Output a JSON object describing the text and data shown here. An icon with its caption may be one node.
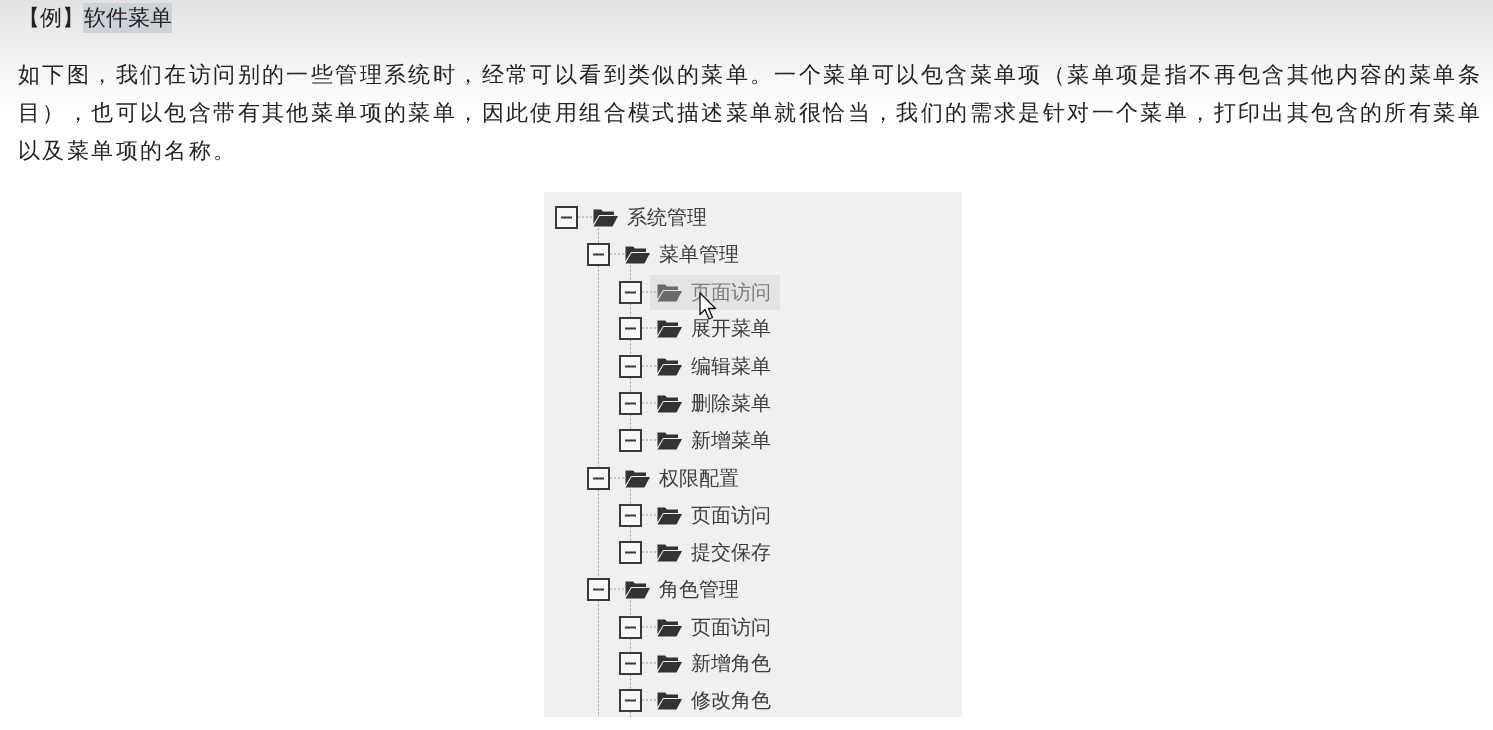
{
  "diagram": {
    "title": "【例】软件菜单",
    "nodes": [
      {
        "text": [
          "系统管理"
        ]
      },
      {
        "text": [
          "菜单管理"
        ]
      },
      {
        "text": [
          "页面访问"
        ]
      },
      {
        "text": [
          "展开菜单"
        ]
      },
      {
        "text": [
          "编辑菜单"
        ]
      },
      {
        "text": [
          "删除菜单"
        ]
      },
      {
        "text": [
          "新增菜单"
        ]
      },
      {
        "text": [
          "权限配置"
        ]
      },
      {
        "text": [
          "页面访问"
        ]
      },
      {
        "text": [
          "提交保存"
        ]
      },
      {
        "text": [
          "角色管理"
        ]
      },
      {
        "text": [
          "页面访问"
        ]
      },
      {
        "text": [
          "新增角色"
        ]
      },
      {
        "text": [
          "修改角色"
        ]
      }
    ],
    "edges": [
      {
        "from": 0,
        "to": 1,
        "arrow": "none",
        "style": "dashed"
      },
      {
        "from": 1,
        "to": 2,
        "arrow": "none",
        "style": "dashed"
      },
      {
        "from": 2,
        "to": 3,
        "arrow": "none",
        "style": "dashed"
      },
      {
        "from": 3,
        "to": 4,
        "arrow": "none",
        "style": "dashed"
      },
      {
        "from": 4,
        "to": 5,
        "arrow": "none",
        "style": "dashed"
      },
      {
        "from": 5,
        "to": 6,
        "arrow": "none",
        "style": "dashed"
      },
      {
        "from": 1,
        "to": 7,
        "arrow": "none",
        "style": "dashed"
      },
      {
        "from": 7,
        "to": 8,
        "arrow": "none",
        "style": "dashed"
      },
      {
        "from": 8,
        "to": 9,
        "arrow": "none",
        "style": "dashed"
      },
      {
        "from": 7,
        "to": 10,
        "arrow": "none",
        "style": "dashed"
      },
      {
        "from": 10,
        "to": 11,
        "arrow": "none",
        "style": "dashed"
      },
      {
        "from": 11,
        "to": 12,
        "arrow": "none",
        "style": "dashed"
      },
      {
        "from": 12,
        "to": 13,
        "arrow": "none",
        "style": "dashed"
      },
      {
        "from": 13,
        "to": null,
        "arrow": "none",
        "style": "dashed"
      },
      {
        "from": 10,
        "to": null,
        "arrow": "none",
        "style": "dashed"
      }
    ],
    "labels": [
      "如下图，我们在访问别的一些管理系统时，经常可以看到类似的菜单。一个菜单可以包含菜单项（菜单项是指不再包含其他内容的菜单条目），也可以包含带有其他菜单项的菜单，因此使用组合模式描述菜单就很恰当，我们的需求是针对一个菜单，打印出其包含的所有菜单以及菜单项的名称。"
    ]
  }
}
